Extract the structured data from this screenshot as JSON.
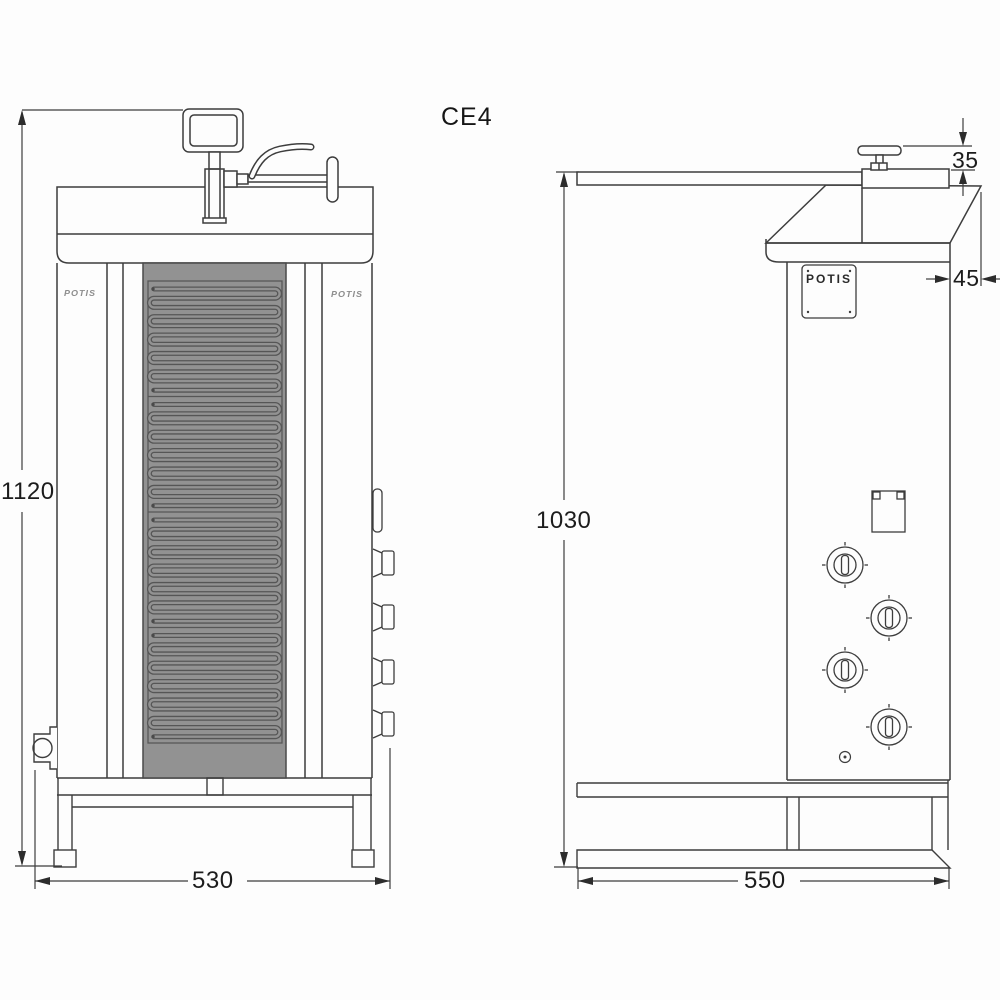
{
  "title": "CE4",
  "front_view": {
    "height_mm": "1120",
    "width_mm": "530",
    "left_column_logo": "POTIS",
    "right_column_logo": "POTIS"
  },
  "side_view": {
    "height_mm": "1030",
    "depth_mm": "550",
    "handle_offset_mm": "35",
    "canopy_overhang_mm": "45",
    "brand_plate": "POTIS"
  }
}
